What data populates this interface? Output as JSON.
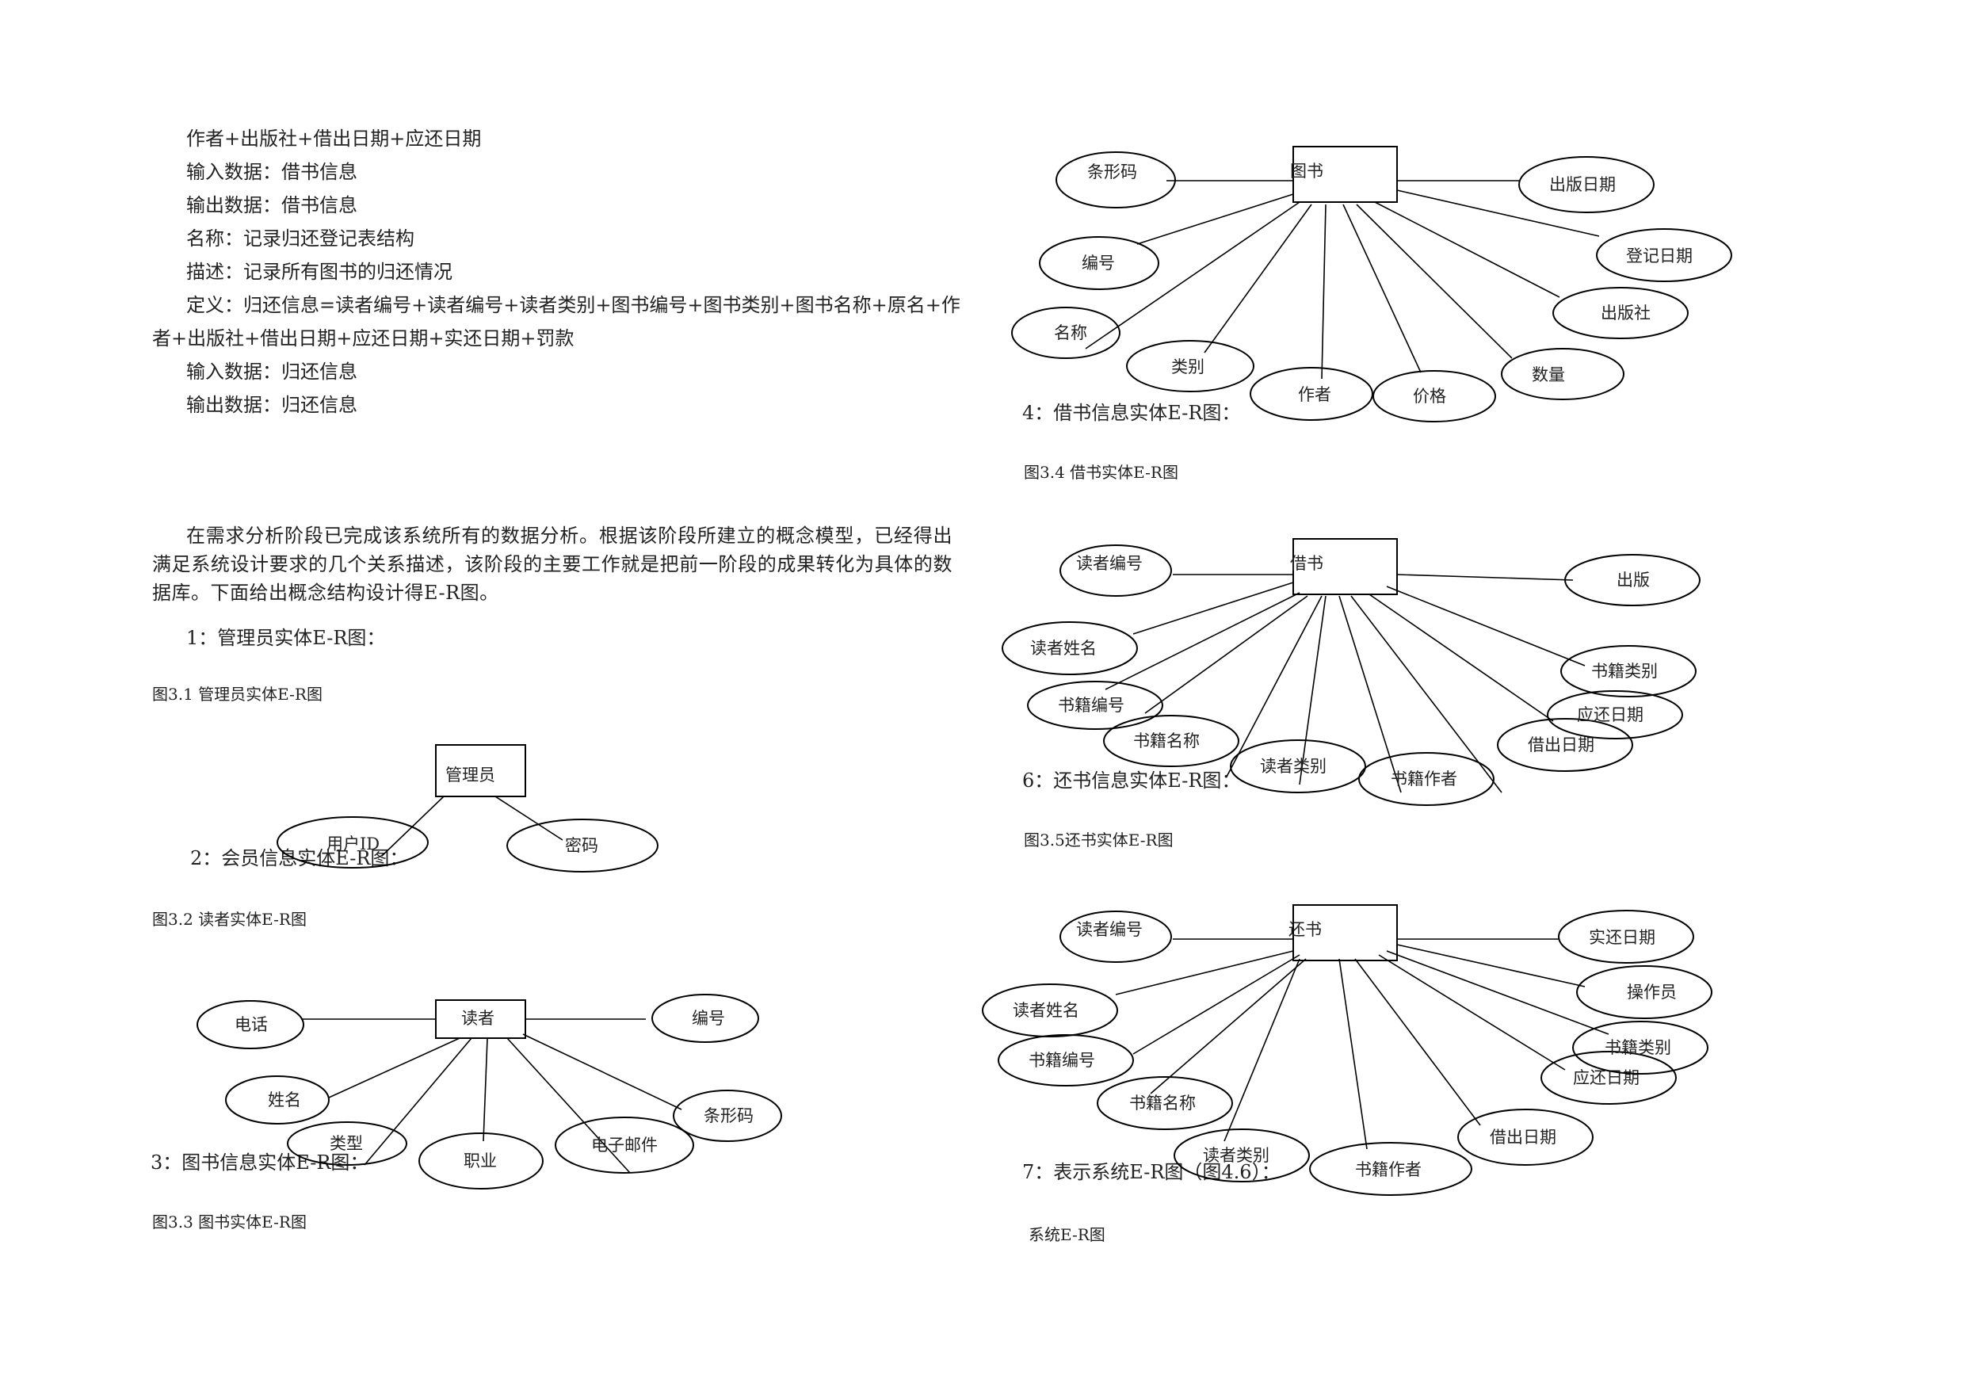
{
  "left_column": {
    "lines": [
      "作者+出版社+借出日期+应还日期",
      "输入数据：借书信息",
      "输出数据：借书信息",
      "名称：记录归还登记表结构",
      "描述：记录所有图书的归还情况",
      "定义：归还信息=读者编号+读者编号+读者类别+图书编号+图书类别+图书名称+原名+作",
      "者+出版社+借出日期+应还日期+实还日期+罚款",
      "输入数据：归还信息",
      "输出数据：归还信息"
    ],
    "intro_paragraph": "在需求分析阶段已完成该系统所有的数据分析。根据该阶段所建立的概念模型，已经得出满足系统设计要求的几个关系描述，该阶段的主要工作就是把前一阶段的成果转化为具体的数据库。下面给出概念结构设计得E-R图。",
    "section1_heading": "1：管理员实体E-R图：",
    "caption_3_1": "图3.1 管理员实体E-R图",
    "section2_heading": "2：会员信息实体E-R图：",
    "caption_3_2": "图3.2 读者实体E-R图",
    "section3_heading": "3：图书信息实体E-R图：",
    "caption_3_3": "图3.3  图书实体E-R图"
  },
  "right_column": {
    "section4_heading": "4：借书信息实体E-R图：",
    "caption_3_4": "图3.4 借书实体E-R图",
    "section6_heading": "6：还书信息实体E-R图：",
    "caption_3_5": "图3.5还书实体E-R图",
    "section7_heading": "7：表示系统E-R图（图4.6）：",
    "caption_system": "系统E-R图"
  },
  "diagrams": {
    "admin": {
      "entity": "管理员",
      "attributes": [
        "用户ID",
        "密码"
      ]
    },
    "reader": {
      "entity": "读者",
      "attributes": [
        "电话",
        "编号",
        "姓名",
        "类型",
        "职业",
        "电子邮件",
        "条形码"
      ]
    },
    "book": {
      "entity": "图书",
      "attributes": [
        "条形码",
        "编号",
        "名称",
        "类别",
        "作者",
        "价格",
        "数量",
        "出版社",
        "登记日期",
        "出版日期"
      ]
    },
    "borrow": {
      "entity": "借书",
      "attributes": [
        "读者编号",
        "读者姓名",
        "书籍编号",
        "书籍名称",
        "读者类别",
        "书籍作者",
        "借出日期",
        "应还日期",
        "书籍类别",
        "出版"
      ]
    },
    "return": {
      "entity": "还书",
      "attributes": [
        "读者编号",
        "读者姓名",
        "书籍编号",
        "书籍名称",
        "读者类别",
        "书籍作者",
        "借出日期",
        "应还日期",
        "书籍类别",
        "操作员",
        "实还日期"
      ]
    }
  }
}
